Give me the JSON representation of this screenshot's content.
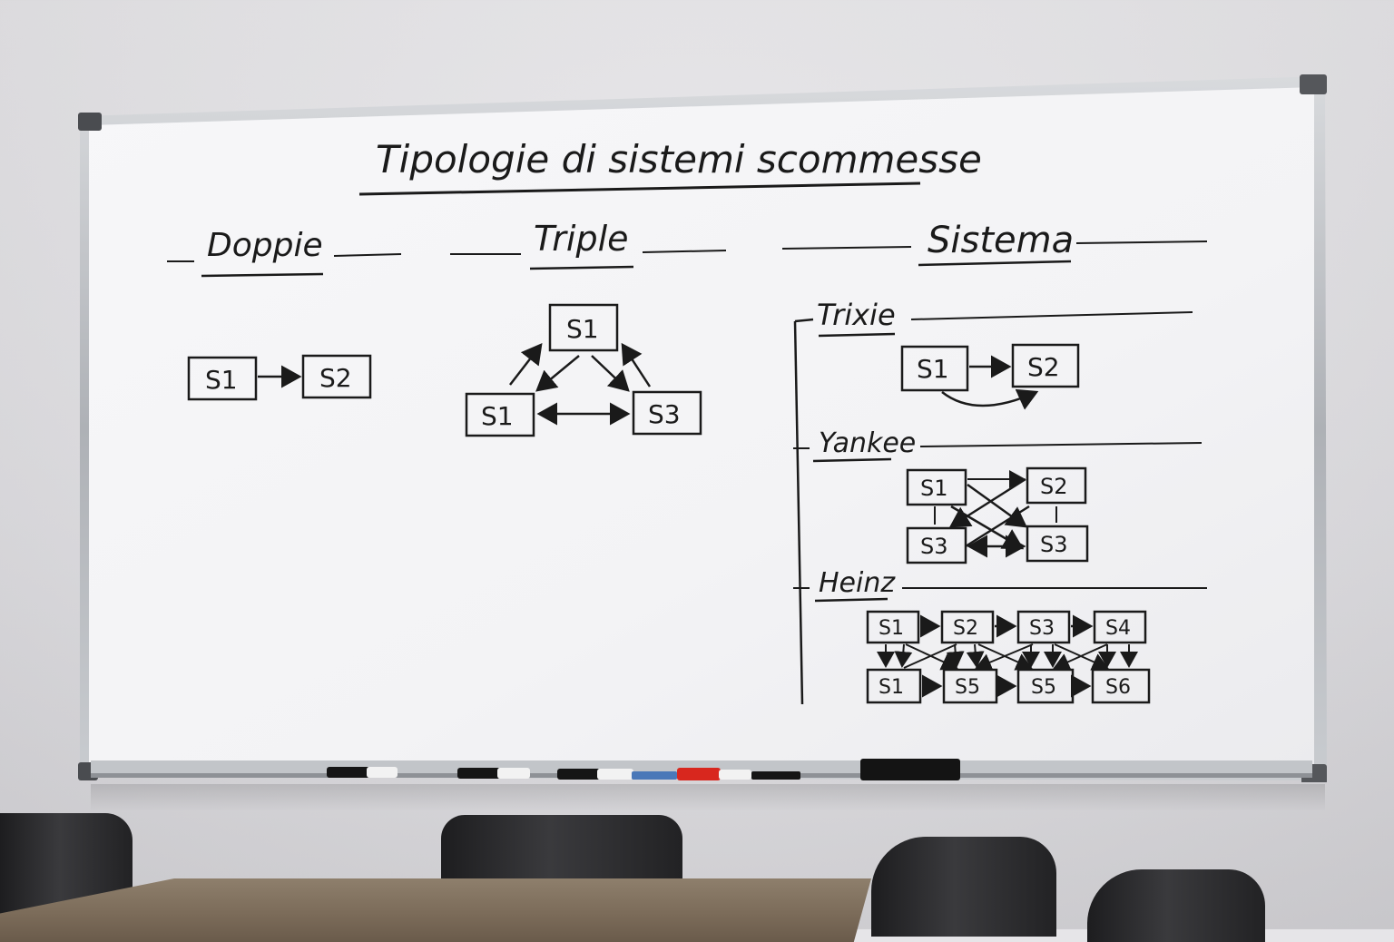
{
  "board": {
    "title": "Tipologie di sistemi scommesse",
    "sections": {
      "doppie": {
        "heading": "Doppie",
        "nodes": [
          "S1",
          "S2"
        ],
        "edges": [
          [
            "S1",
            "S2"
          ]
        ]
      },
      "triple": {
        "heading": "Triple",
        "nodes": {
          "top": "S1",
          "left": "S1",
          "right": "S3"
        },
        "edges": [
          "left->top",
          "top->left",
          "top->right",
          "right->top",
          "left<->right"
        ]
      },
      "sistema": {
        "heading": "Sistema",
        "subsections": {
          "trixie": {
            "heading": "Trixie",
            "nodes": [
              "S1",
              "S2"
            ]
          },
          "yankee": {
            "heading": "Yankee",
            "nodes": [
              "S1",
              "S2",
              "S3",
              "S3"
            ]
          },
          "heinz": {
            "heading": "Heinz",
            "top_row": [
              "S1",
              "S2",
              "S3",
              "S4"
            ],
            "bottom_row": [
              "S1",
              "S5",
              "S5",
              "S6"
            ]
          }
        }
      }
    }
  },
  "tray": {
    "markers": [
      "black",
      "black",
      "black",
      "blue",
      "red",
      "black"
    ],
    "eraser": "black"
  },
  "colors": {
    "ink": "#1a1a1a",
    "board": "#f4f4f6",
    "frame": "#b9bcc1",
    "marker_blue": "#4a78b8",
    "marker_red": "#d8271e"
  }
}
